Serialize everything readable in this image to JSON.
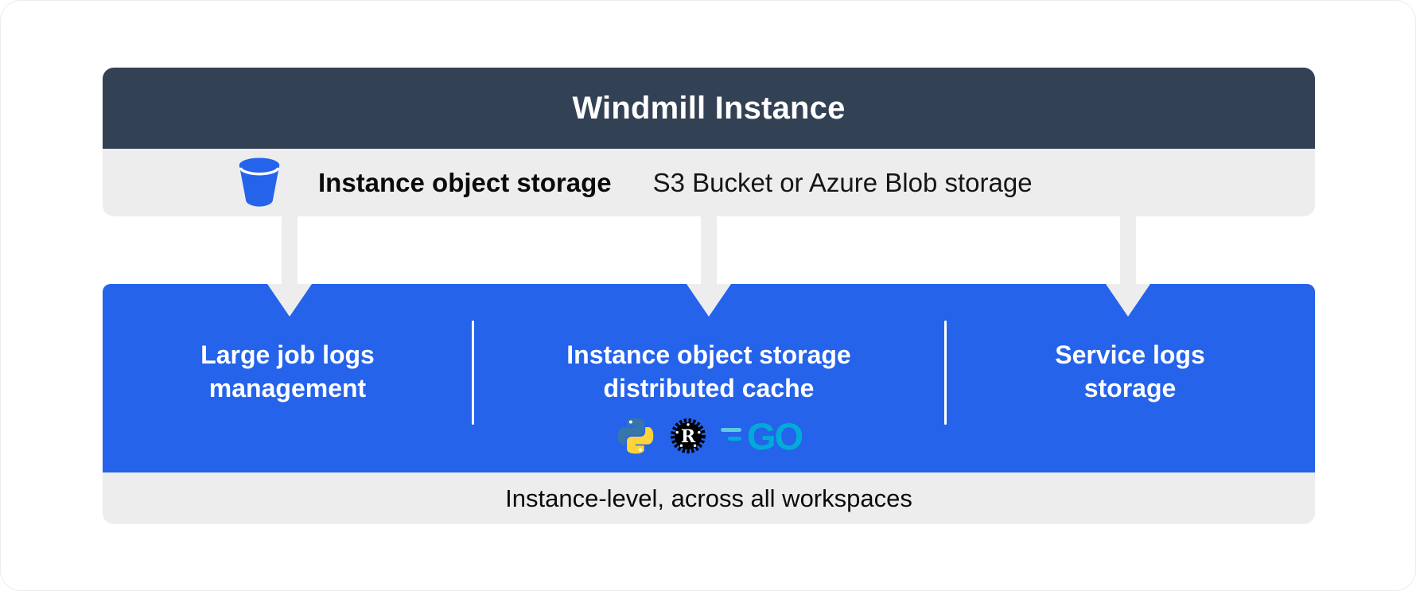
{
  "colors": {
    "header_bg": "#334155",
    "panel_gray": "#EEEDEE",
    "primary_blue": "#2563EB",
    "arrow_gray": "#EDEDED",
    "text_dark": "#0B0B0B",
    "text_white": "#FFFFFF",
    "python_blue": "#3776AB",
    "python_yellow": "#FFD43B",
    "rust_black": "#000000",
    "go_cyan": "#00ACD7",
    "go_lines": "#5DC9E2"
  },
  "header": {
    "title": "Windmill Instance"
  },
  "storage_bar": {
    "icon": "bucket-icon",
    "title": "Instance object storage",
    "subtitle": "S3 Bucket or Azure Blob storage"
  },
  "main_panel": {
    "sections": [
      {
        "lines": [
          "Large job logs",
          "management"
        ]
      },
      {
        "lines": [
          "Instance object storage",
          "distributed cache"
        ],
        "icons": [
          "python-icon",
          "rust-icon",
          "go-icon"
        ],
        "rust_letter": "R",
        "go_label": "GO"
      },
      {
        "lines": [
          "Service logs",
          "storage"
        ]
      }
    ]
  },
  "footer": {
    "label": "Instance-level, across all workspaces"
  }
}
